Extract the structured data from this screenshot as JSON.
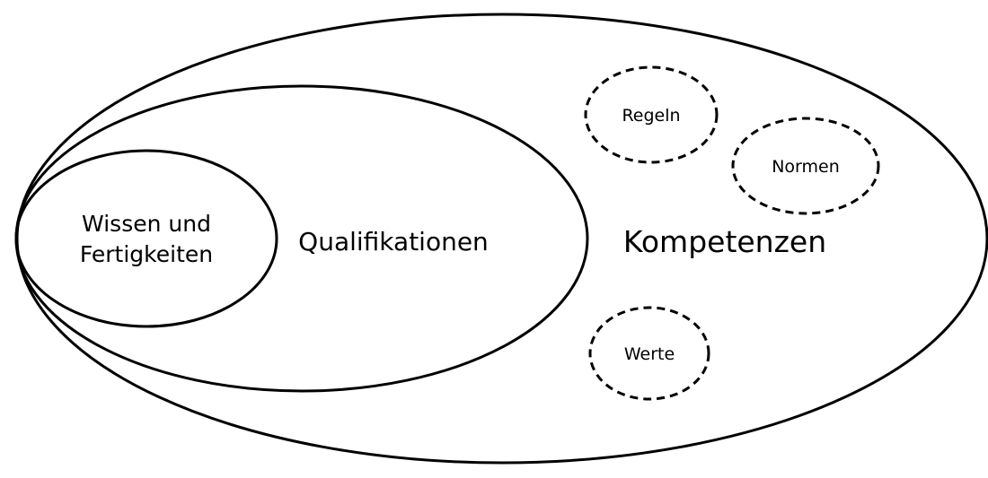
{
  "diagram": {
    "outer": {
      "label": "Kompetenzen"
    },
    "middle": {
      "label": "Qualifikationen"
    },
    "inner": {
      "label_line1": "Wissen und",
      "label_line2": "Fertigkeiten"
    },
    "satellites": [
      {
        "label": "Regeln"
      },
      {
        "label": "Normen"
      },
      {
        "label": "Werte"
      }
    ]
  },
  "colors": {
    "stroke": "#000000",
    "background": "#ffffff"
  }
}
